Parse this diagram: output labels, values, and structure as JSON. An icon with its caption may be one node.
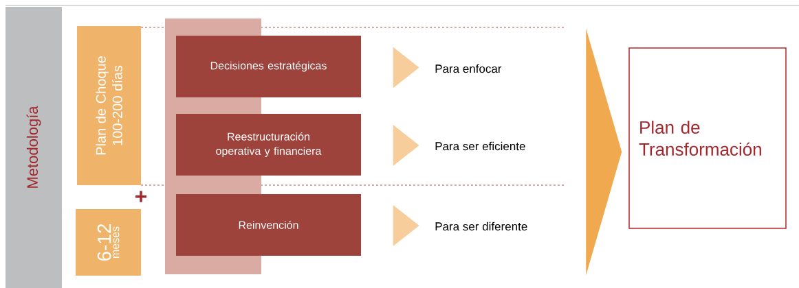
{
  "diagram": {
    "nodes": [
      {
        "text": [
          "Metodología"
        ]
      },
      {
        "text": [
          "Plan de Choque 100-200 días"
        ]
      },
      {
        "text": [
          "6-12",
          "meses"
        ]
      },
      {
        "text": [
          "Decisiones estratégicas"
        ]
      },
      {
        "text": [
          "Reestructuración operativa y financiera"
        ]
      },
      {
        "text": [
          "Reinvención"
        ]
      },
      {
        "text": [
          "Para enfocar"
        ]
      },
      {
        "text": [
          "Para ser eficiente"
        ]
      },
      {
        "text": [
          "Para ser diferente"
        ]
      },
      {
        "text": [
          "Plan de Transformación"
        ]
      }
    ],
    "edges": [
      {
        "from": 3,
        "to": 6,
        "arrow": "to"
      },
      {
        "from": 4,
        "to": 7,
        "arrow": "to"
      },
      {
        "from": 5,
        "to": 8,
        "arrow": "to"
      },
      {
        "from": null,
        "to": 9,
        "arrow": "to",
        "color": "#f0a94f"
      }
    ],
    "labels": [
      "+"
    ]
  }
}
